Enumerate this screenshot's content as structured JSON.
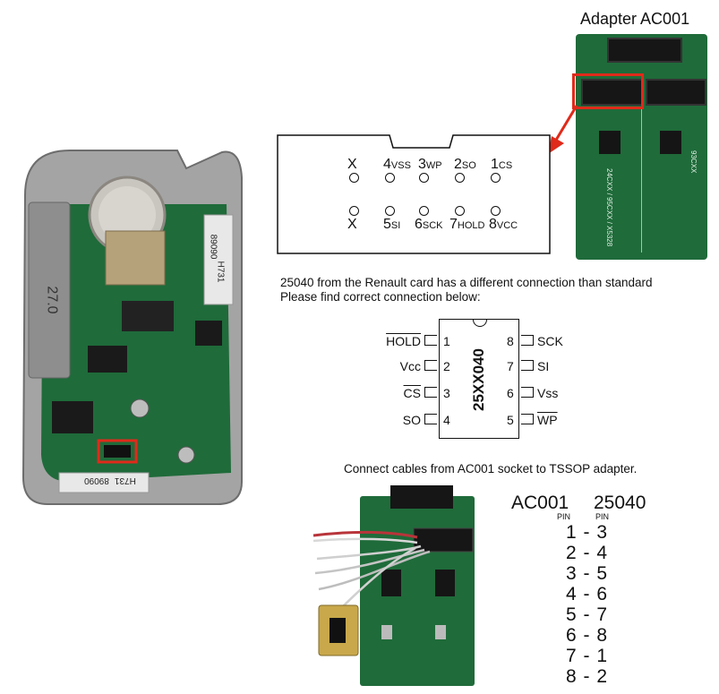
{
  "adapter_title": "Adapter AC001",
  "socket": {
    "top_row": [
      {
        "num": "",
        "label": "",
        "mark": "X"
      },
      {
        "num": "4",
        "label": "VSS",
        "mark": ""
      },
      {
        "num": "3",
        "label": "WP",
        "mark": ""
      },
      {
        "num": "2",
        "label": "SO",
        "mark": ""
      },
      {
        "num": "1",
        "label": "CS",
        "mark": ""
      }
    ],
    "bottom_row": [
      {
        "num": "",
        "label": "",
        "mark": "X"
      },
      {
        "num": "5",
        "label": "SI",
        "mark": ""
      },
      {
        "num": "6",
        "label": "SCK",
        "mark": ""
      },
      {
        "num": "7",
        "label": "HOLD",
        "mark": ""
      },
      {
        "num": "8",
        "label": "VCC",
        "mark": ""
      }
    ]
  },
  "note_line1": "25040 from the Renault card has a different connection than standard",
  "note_line2": "Please find correct connection below:",
  "chip": {
    "name": "25XX040",
    "left_pins": [
      {
        "label": "HOLD",
        "num": "1"
      },
      {
        "label": "Vcc",
        "num": "2"
      },
      {
        "label": "CS",
        "num": "3"
      },
      {
        "label": "SO",
        "num": "4"
      }
    ],
    "right_pins": [
      {
        "num": "8",
        "label": "SCK"
      },
      {
        "num": "7",
        "label": "SI"
      },
      {
        "num": "6",
        "label": "Vss"
      },
      {
        "num": "5",
        "label": "WP"
      }
    ]
  },
  "connect_caption": "Connect cables from AC001 socket to TSSOP adapter.",
  "mapping": {
    "col1_title": "AC001",
    "col2_title": "25040",
    "sub_label": "PIN",
    "rows": [
      "1 - 3",
      "2 - 4",
      "3 - 5",
      "4 - 6",
      "5 - 7",
      "6 - 8",
      "7 - 1",
      "8 - 2"
    ]
  },
  "photo_text": {
    "card_battery_label": "27.0",
    "card_sticker_top": "89090",
    "card_sticker_top_2": "H731",
    "card_sticker_bottom": "89090",
    "card_sticker_bottom_2": "H731",
    "adapter_silk_1": "24CXX / 95CXX / X5328",
    "adapter_silk_2": "93CXX"
  },
  "colors": {
    "highlight_red": "#e02a1a",
    "pcb_green": "#1f6b3a",
    "card_gray": "#9a9a9a"
  }
}
